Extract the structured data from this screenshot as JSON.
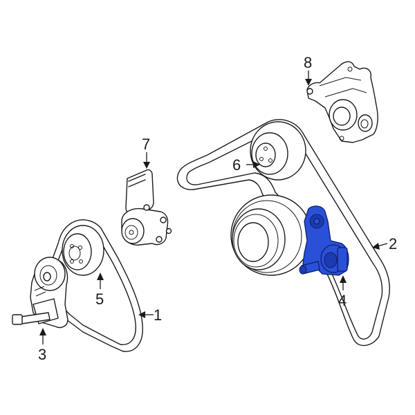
{
  "callouts": {
    "c1": "1",
    "c2": "2",
    "c3": "3",
    "c4": "4",
    "c5": "5",
    "c6": "6",
    "c7": "7",
    "c8": "8"
  },
  "colors": {
    "highlight": "#2b50d8",
    "line": "#1a1a1a",
    "background": "#ffffff"
  },
  "highlighted_part": "4"
}
